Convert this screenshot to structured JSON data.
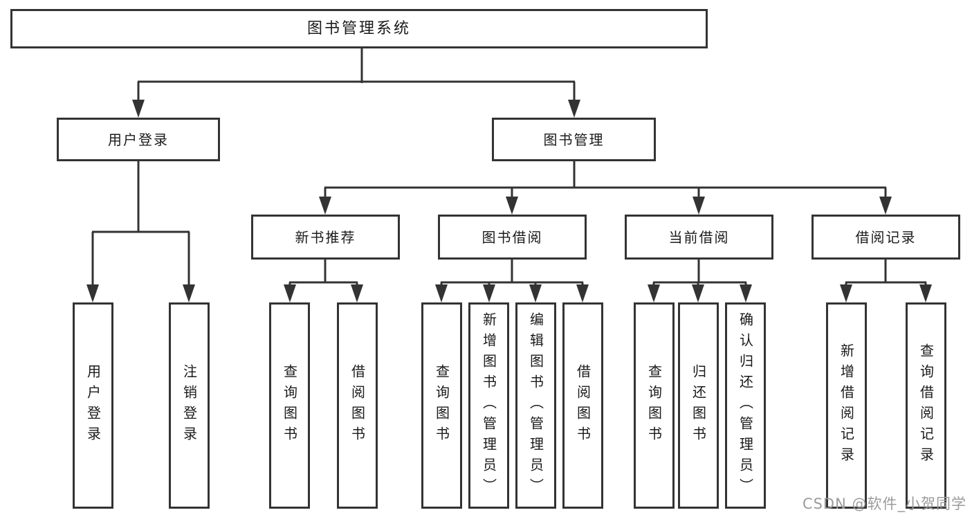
{
  "tree": {
    "root": {
      "label": "图书管理系统"
    },
    "branches": [
      {
        "label": "用户登录",
        "children": [
          {
            "label": "用户登录"
          },
          {
            "label": "注销登录"
          }
        ]
      },
      {
        "label": "图书管理",
        "children": [
          {
            "label": "新书推荐",
            "children": [
              {
                "label": "查询图书"
              },
              {
                "label": "借阅图书"
              }
            ]
          },
          {
            "label": "图书借阅",
            "children": [
              {
                "label": "查询图书"
              },
              {
                "label": "新增图书（管理员）"
              },
              {
                "label": "编辑图书（管理员）"
              },
              {
                "label": "借阅图书"
              }
            ]
          },
          {
            "label": "当前借阅",
            "children": [
              {
                "label": "查询图书"
              },
              {
                "label": "归还图书"
              },
              {
                "label": "确认归还（管理员）"
              }
            ]
          },
          {
            "label": "借阅记录",
            "children": [
              {
                "label": "新增借阅记录"
              },
              {
                "label": "查询借阅记录"
              }
            ]
          }
        ]
      }
    ]
  },
  "watermark": {
    "text": "CSDN @软件_小贺同学"
  },
  "colors": {
    "line": "#333333",
    "box_border": "#333333",
    "text": "#1a1a1a",
    "watermark": "#9b9b9b",
    "background": "#ffffff"
  }
}
